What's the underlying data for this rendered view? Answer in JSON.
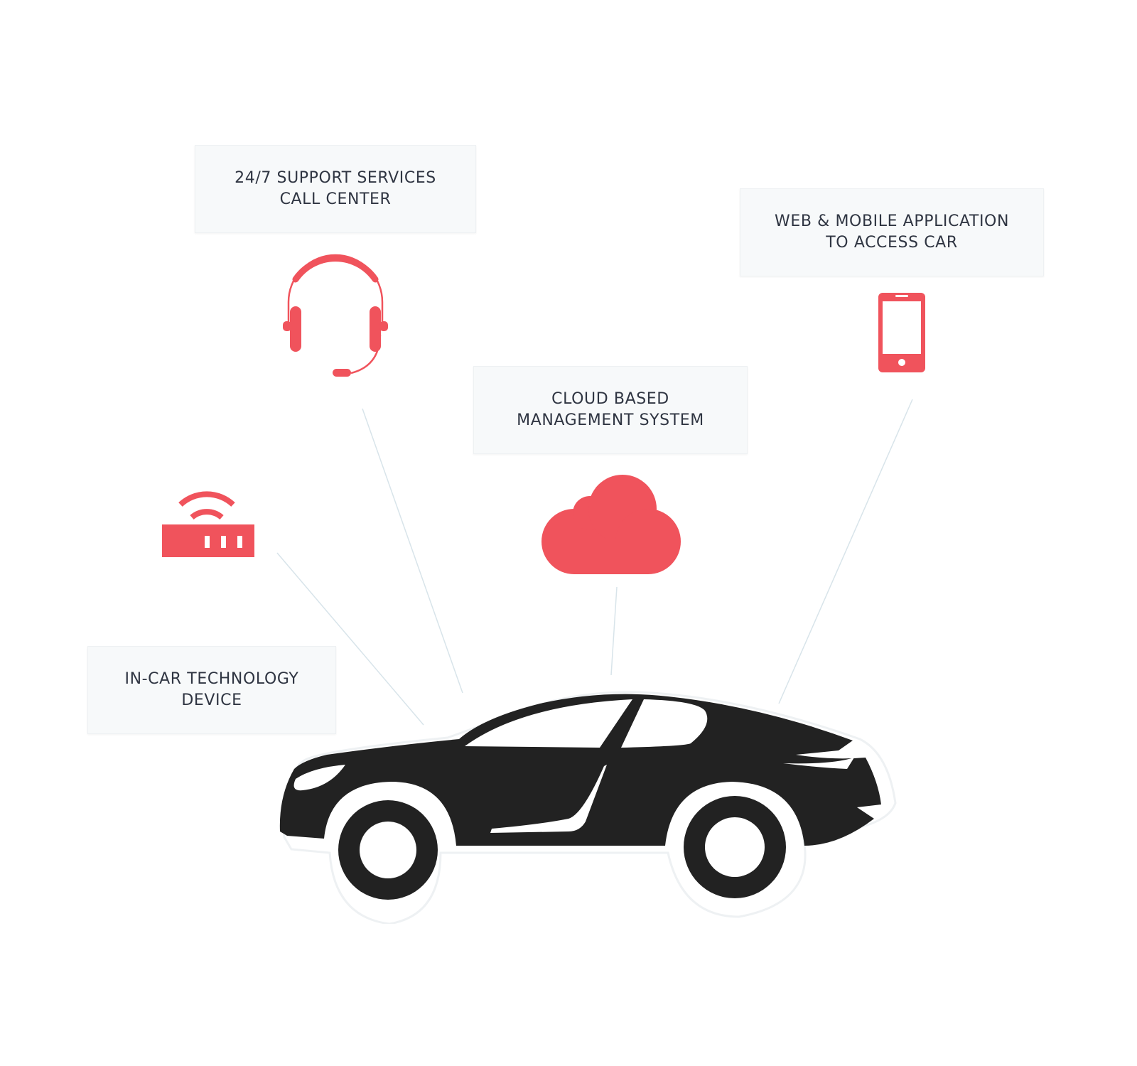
{
  "colors": {
    "accent": "#f0535c",
    "car": "#222222",
    "label_background": "#f7f9fa",
    "label_text": "#2f3542",
    "connector": "#d8e4ea"
  },
  "labels": {
    "support": {
      "line1": "24/7 SUPPORT SERVICES",
      "line2": "CALL CENTER"
    },
    "web": {
      "line1": "WEB & MOBILE APPLICATION",
      "line2": "TO ACCESS CAR"
    },
    "cloud": {
      "line1": "CLOUD BASED",
      "line2": "MANAGEMENT SYSTEM"
    },
    "device": {
      "line1": "IN-CAR TECHNOLOGY",
      "line2": "DEVICE"
    }
  },
  "icons": {
    "support": "headset-icon",
    "web": "smartphone-icon",
    "cloud": "cloud-icon",
    "device": "router-wifi-icon",
    "center": "car-icon"
  }
}
